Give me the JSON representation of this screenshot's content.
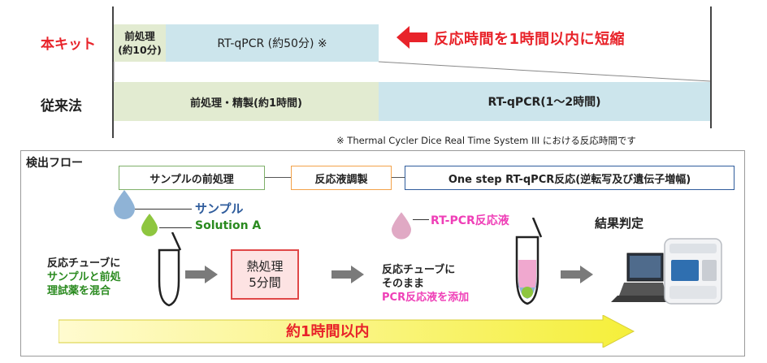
{
  "kit": {
    "label": "本キット",
    "pretreat": "前処理\n(約10分)",
    "rtpcr": "RT-qPCR (約50分)  ※",
    "banner": "反応時間を1時間以内に短縮"
  },
  "conventional": {
    "label": "従来法",
    "pretreat": "前処理・精製(約1時間)",
    "rtpcr": "RT-qPCR(1～2時間)"
  },
  "footnote": "※ Thermal Cycler Dice Real Time System III における反応時間です",
  "flow": {
    "title": "検出フロー",
    "steps": [
      "サンプルの前処理",
      "反応液調製",
      "One step RT-qPCR反応(逆転写及び遺伝子増幅)"
    ],
    "sample_label": "サンプル",
    "solution_label": "Solution A",
    "rtpcr_mix_label": "RT-PCR反応液",
    "result_label": "結果判定",
    "tube_desc_1": "反応チューブに",
    "tube_desc_2": "サンプルと前処",
    "tube_desc_3": "理試薬を混合",
    "heat_line1": "熱処理",
    "heat_line2": "5分間",
    "tube2_desc_1": "反応チューブに",
    "tube2_desc_2": "そのまま",
    "tube2_desc_3": "PCR反応液を添加",
    "total_time": "約1時間以内"
  },
  "colors": {
    "kit_label": "#e8232a",
    "banner": "#e8232a",
    "green_text": "#2a8a1f",
    "blue_text": "#2f5c9c",
    "pink_text": "#ef3fb7",
    "step1_border": "#7fb069",
    "step2_border": "#f3a24a",
    "step3_border": "#2f5c9c"
  }
}
